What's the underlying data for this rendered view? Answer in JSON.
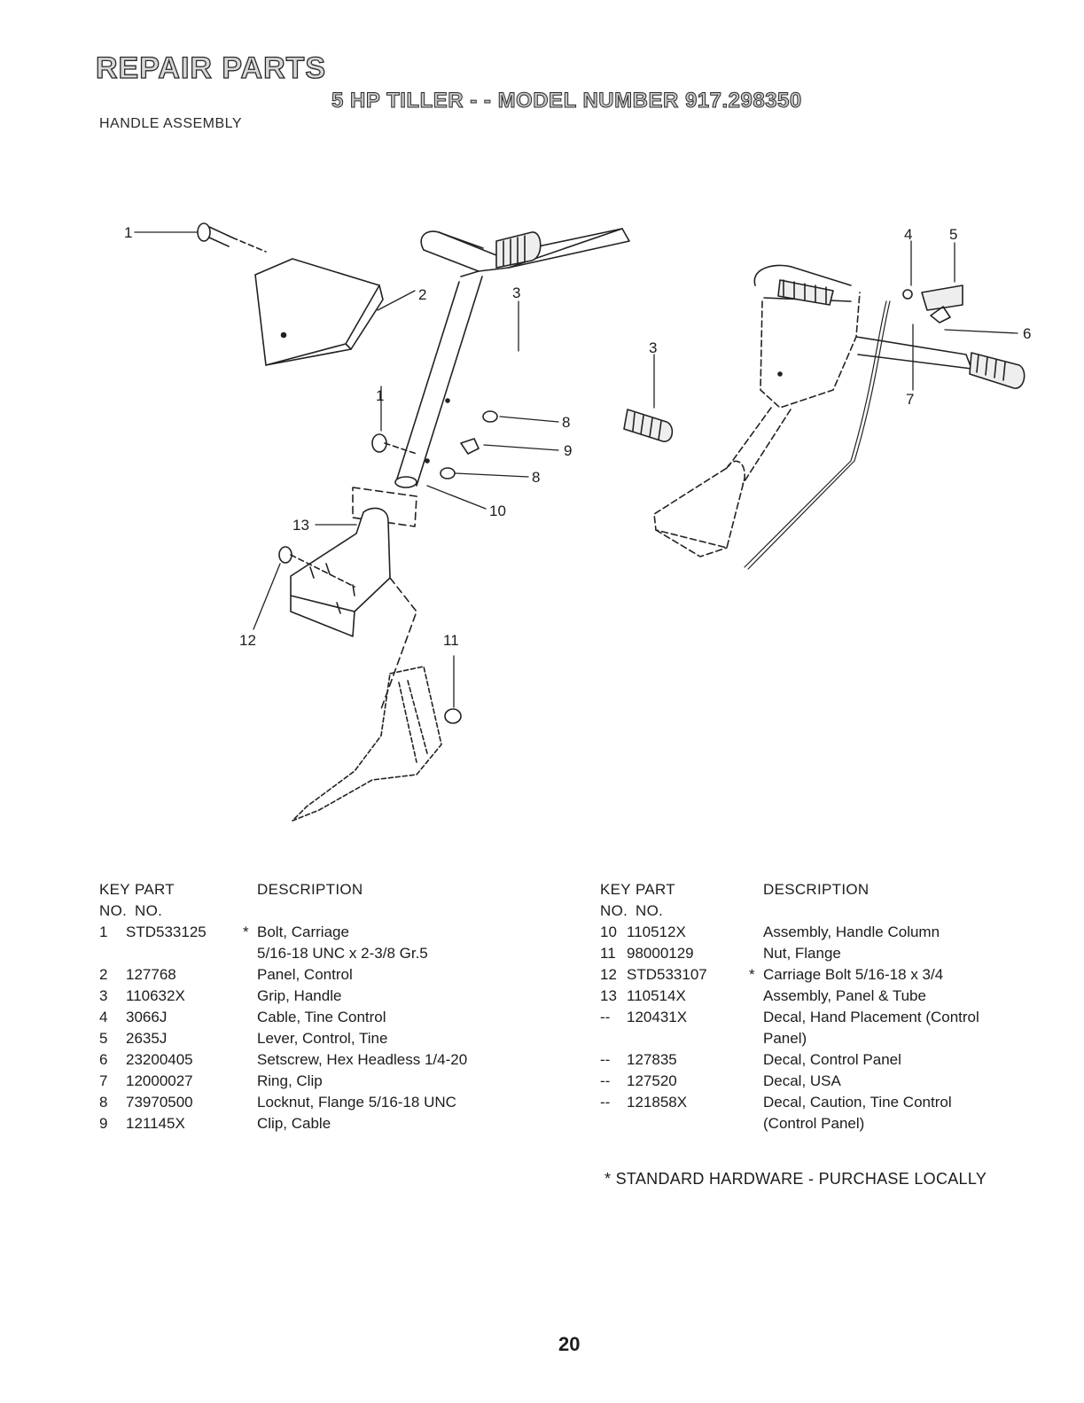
{
  "header": {
    "title": "REPAIR PARTS",
    "subtitle": "5 HP TILLER - - MODEL NUMBER 917.298350",
    "section": "HANDLE ASSEMBLY"
  },
  "diagram": {
    "callouts": [
      "1",
      "2",
      "3",
      "3",
      "4",
      "5",
      "6",
      "7",
      "1",
      "8",
      "9",
      "8",
      "10",
      "13",
      "12",
      "11"
    ]
  },
  "table_headers": {
    "key_line1": "KEY",
    "key_line2": "NO.",
    "part_line1": "PART",
    "part_line2": "NO.",
    "description": "DESCRIPTION"
  },
  "parts_left": [
    {
      "key": "1",
      "part": "STD533125",
      "star": "*",
      "desc": "Bolt, Carriage"
    },
    {
      "key": "",
      "part": "",
      "star": "",
      "desc": "5/16-18 UNC x 2-3/8 Gr.5"
    },
    {
      "key": "2",
      "part": "127768",
      "star": "",
      "desc": "Panel, Control"
    },
    {
      "key": "3",
      "part": "110632X",
      "star": "",
      "desc": "Grip, Handle"
    },
    {
      "key": "4",
      "part": "3066J",
      "star": "",
      "desc": "Cable, Tine Control"
    },
    {
      "key": "5",
      "part": "2635J",
      "star": "",
      "desc": "Lever, Control, Tine"
    },
    {
      "key": "6",
      "part": "23200405",
      "star": "",
      "desc": "Setscrew, Hex Headless 1/4-20"
    },
    {
      "key": "7",
      "part": "12000027",
      "star": "",
      "desc": "Ring, Clip"
    },
    {
      "key": "8",
      "part": "73970500",
      "star": "",
      "desc": "Locknut, Flange 5/16-18 UNC"
    },
    {
      "key": "9",
      "part": "121145X",
      "star": "",
      "desc": "Clip, Cable"
    }
  ],
  "parts_right": [
    {
      "key": "10",
      "part": "110512X",
      "star": "",
      "desc": "Assembly, Handle Column"
    },
    {
      "key": "11",
      "part": "98000129",
      "star": "",
      "desc": "Nut, Flange"
    },
    {
      "key": "12",
      "part": "STD533107",
      "star": "*",
      "desc": "Carriage Bolt 5/16-18 x 3/4"
    },
    {
      "key": "13",
      "part": "110514X",
      "star": "",
      "desc": "Assembly, Panel & Tube"
    },
    {
      "key": "--",
      "part": "120431X",
      "star": "",
      "desc": "Decal, Hand Placement (Control"
    },
    {
      "key": "",
      "part": "",
      "star": "",
      "desc": "Panel)"
    },
    {
      "key": "--",
      "part": "127835",
      "star": "",
      "desc": "Decal, Control Panel"
    },
    {
      "key": "--",
      "part": "127520",
      "star": "",
      "desc": "Decal, USA"
    },
    {
      "key": "--",
      "part": "121858X",
      "star": "",
      "desc": "Decal, Caution, Tine Control"
    },
    {
      "key": "",
      "part": "",
      "star": "",
      "desc": "(Control Panel)"
    }
  ],
  "footnote": "* STANDARD HARDWARE - PURCHASE LOCALLY",
  "page_number": "20"
}
